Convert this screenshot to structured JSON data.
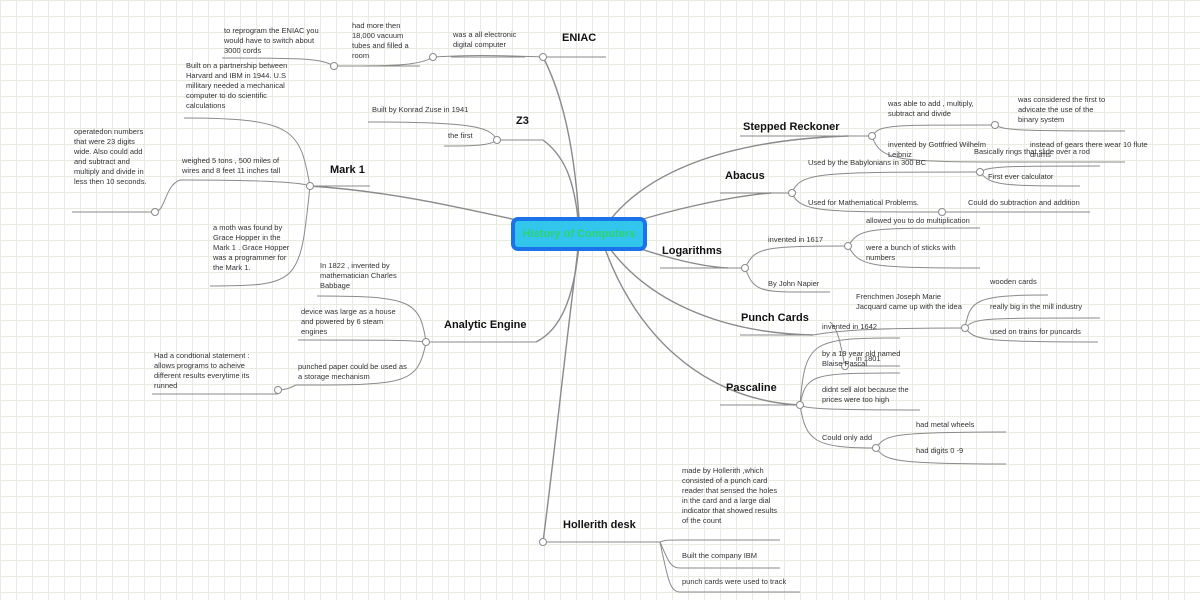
{
  "central_topic": "History of Computers",
  "topics": {
    "eniac": {
      "title": "ENIAC",
      "notes": [
        "was a all electronic digital computer",
        "had more then 18,000 vacuum tubes and filled a room",
        "to reprogram the ENIAC you would have to switch about 3000 cords"
      ]
    },
    "z3": {
      "title": "Z3",
      "notes": [
        "Built by Konrad Zuse in 1941",
        "the first"
      ]
    },
    "mark1": {
      "title": "Mark 1",
      "notes": [
        "Built on a partnership between Harvard and IBM in 1944. U.S millitary needed a mechanical computer to do scientific calculations",
        "weighed 5 tons , 500 miles of wires and 8 feet 11 inches tall",
        "operatedon numbers that were 23 digits wide. Also could add and subtract and multiply and divide in less then 10 seconds.",
        "a moth was found by Grace Hopper in the Mark 1 . Grace Hopper was a programmer for the Mark 1."
      ]
    },
    "analytic_engine": {
      "title": "Analytic  Engine",
      "notes": [
        "In 1822 , invented by mathematician Charles Babbage",
        "device was large as a house and powered by 6 steam engines",
        "punched paper could be used as a storage mechanism",
        "Had a condtional statement : allows programs to acheive different results everytime its runned"
      ]
    },
    "hollerith_desk": {
      "title": "Hollerith desk",
      "notes": [
        "made by Hollerith ,which consisted of  a punch card reader that sensed the holes in the card and a large dial indicator that showed results of the count",
        "Built the company IBM",
        "punch cards were used to track"
      ]
    },
    "stepped_reckoner": {
      "title": "Stepped Reckoner",
      "notes": [
        "was able to add , multiply, subtract and divide",
        "was considered the first  to advicate the use of the binary system",
        "invented by Gottfried Wilhelm Leibniz",
        "instead of gears there wear 10 flute drums"
      ]
    },
    "abacus": {
      "title": "Abacus",
      "notes": [
        "Used by the Babylonians in 300 BC",
        "Basically rings that slide over a rod",
        "First ever calculator",
        "Used for Mathematical Problems.",
        "Could do subtraction and addition"
      ]
    },
    "logarithms": {
      "title": "Logarithms",
      "notes": [
        "invented in 1617",
        "allowed you to do multiplication",
        "were a bunch of sticks with numbers",
        "By John Napier"
      ]
    },
    "punch_cards": {
      "title": "Punch Cards",
      "notes": [
        "Frenchmen Joseph Marie Jacquard came up with the idea",
        "in 1801",
        "wooden cards",
        "really big in the mill industry",
        "used on trains for puncards"
      ]
    },
    "pascaline": {
      "title": "Pascaline",
      "notes": [
        "invented in 1642",
        "by a 19 year old named Blaise Pascal",
        "didnt sell alot because the prices were too high",
        "Could only add",
        "had metal wheels",
        "had digits 0 -9"
      ]
    }
  },
  "colors": {
    "connector": "#8a8a8a",
    "root_fill": "#32c6ec",
    "root_border": "#1a73e8",
    "root_text": "#2dd46d",
    "grid": "#e6ecdf"
  }
}
